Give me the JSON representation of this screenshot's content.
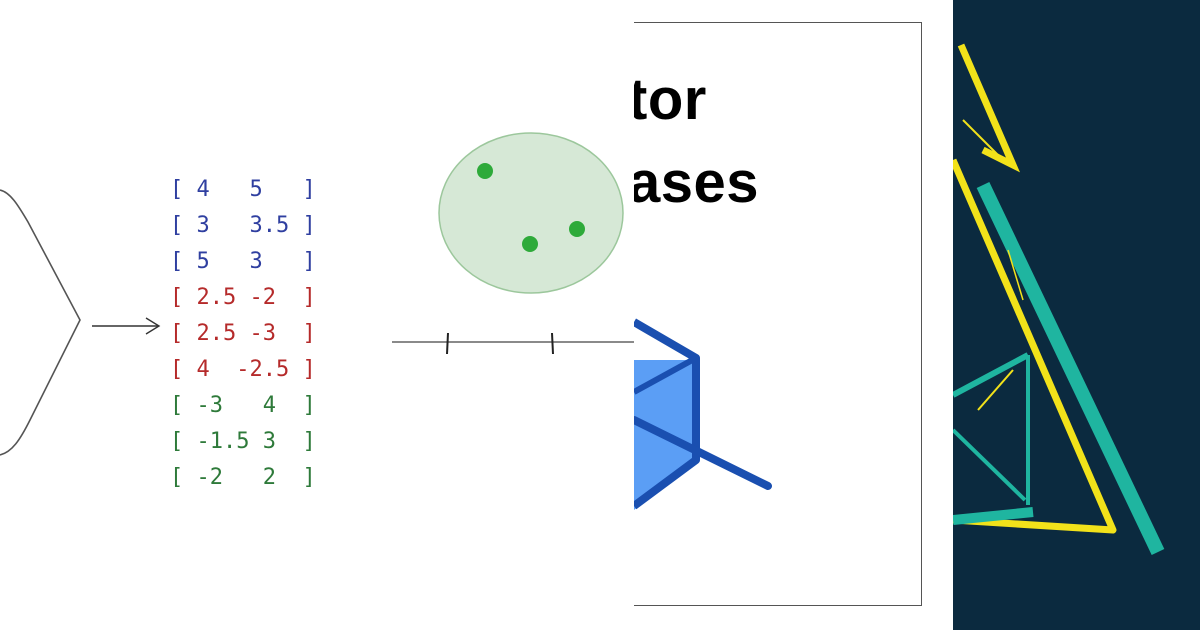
{
  "vectors": [
    {
      "text": "[ 4   5   ]",
      "color": "#2f3fa0"
    },
    {
      "text": "[ 3   3.5 ]",
      "color": "#2f3fa0"
    },
    {
      "text": "[ 5   3   ]",
      "color": "#2f3fa0"
    },
    {
      "text": "[ 2.5 -2  ]",
      "color": "#b52a2a"
    },
    {
      "text": "[ 2.5 -3  ]",
      "color": "#b52a2a"
    },
    {
      "text": "[ 4  -2.5 ]",
      "color": "#b52a2a"
    },
    {
      "text": "[ -3   4  ]",
      "color": "#2e7a3a"
    },
    {
      "text": "[ -1.5 3  ]",
      "color": "#2e7a3a"
    },
    {
      "text": "[ -2   2  ]",
      "color": "#2e7a3a"
    }
  ],
  "title": {
    "line1": "tor",
    "line2": "ases"
  },
  "colors": {
    "art_background": "#0b2a3f",
    "art_yellow": "#f2e21a",
    "art_teal": "#1fb5a0",
    "cube_blue": "#5b9ef5",
    "cube_outline": "#1a4fb0",
    "cluster_fill": "#d6e8d6",
    "dot": "#2eaa3a"
  }
}
